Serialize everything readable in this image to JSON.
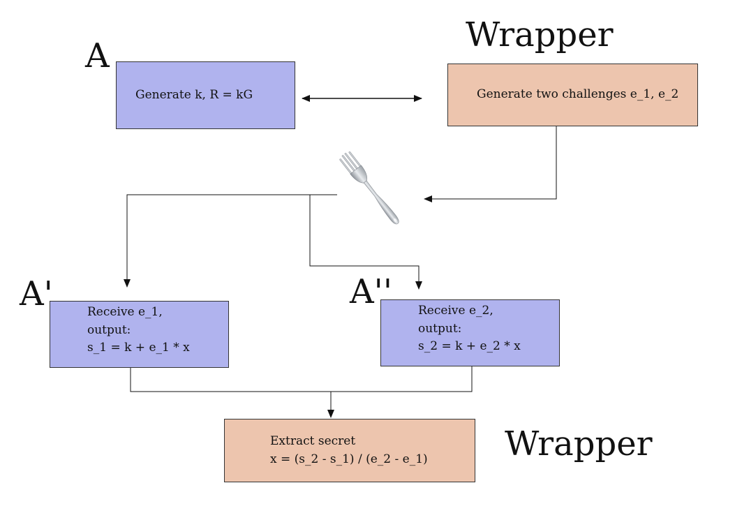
{
  "colors": {
    "adversary_box": "#b0b3ee",
    "wrapper_box": "#edc5ae",
    "line": "#111111"
  },
  "labels": {
    "a": "A",
    "a_prime": "A'",
    "a_double_prime": "A''",
    "wrapper_top": "Wrapper",
    "wrapper_bottom": "Wrapper"
  },
  "boxes": {
    "generate_k": {
      "lines": [
        "Generate k, R = kG"
      ]
    },
    "generate_challenges": {
      "lines": [
        "Generate two challenges e_1, e_2"
      ]
    },
    "receive_e1": {
      "lines": [
        "Receive e_1,",
        "output:",
        "s_1 = k + e_1 * x"
      ]
    },
    "receive_e2": {
      "lines": [
        "Receive e_2,",
        "output:",
        "s_2 = k + e_2 * x"
      ]
    },
    "extract_secret": {
      "lines": [
        "Extract secret",
        "x = (s_2 - s_1) / (e_2 - e_1)"
      ]
    }
  },
  "icons": {
    "fork": "fork-icon"
  }
}
